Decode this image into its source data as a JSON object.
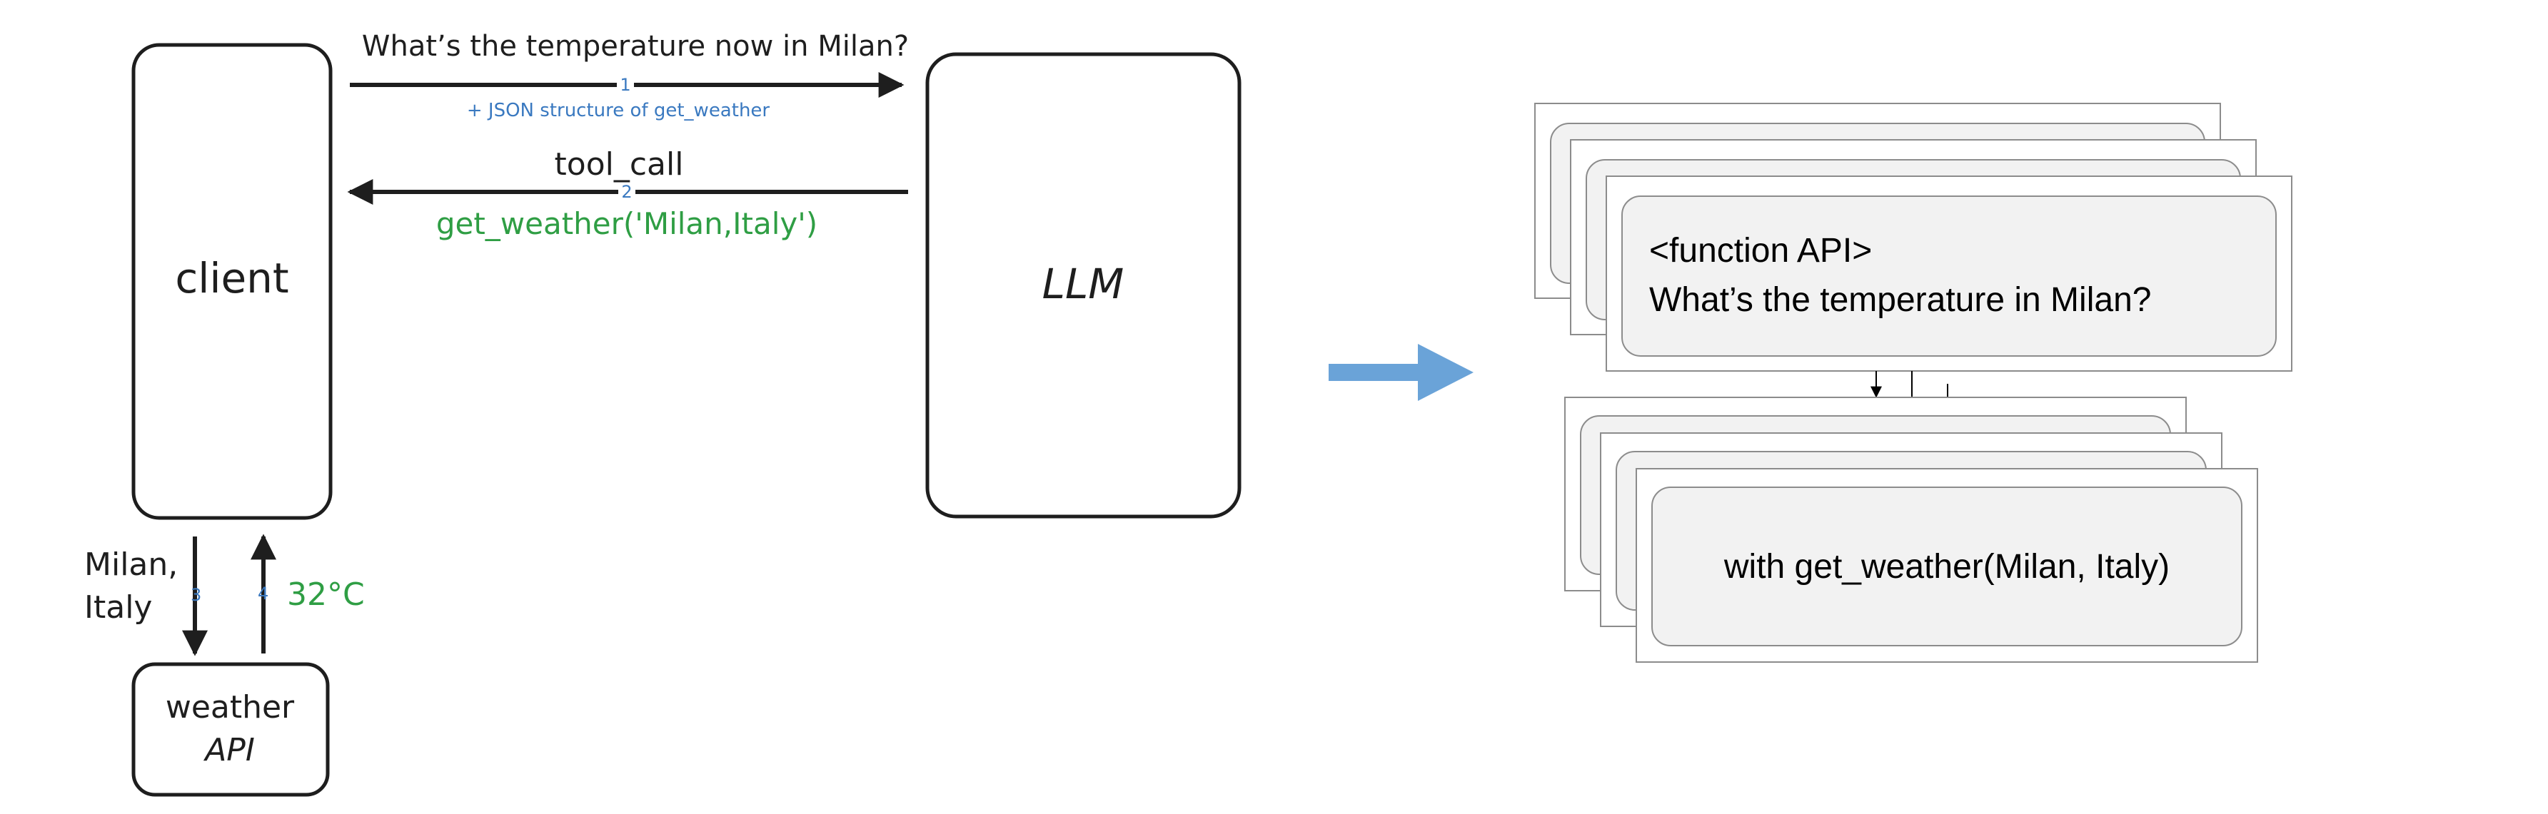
{
  "left": {
    "client_label": "client",
    "llm_label": "LLM",
    "weather_api_line1": "weather",
    "weather_api_line2": "API",
    "step1": {
      "number": "1",
      "text": "What’s the temperature now in Milan?",
      "note": "+ JSON structure of get_weather"
    },
    "step2": {
      "number": "2",
      "text": "tool_call",
      "call": "get_weather('Milan,Italy')"
    },
    "step3": {
      "number": "3",
      "line1": "Milan,",
      "line2": "Italy"
    },
    "step4": {
      "number": "4",
      "value": "32°C"
    }
  },
  "right": {
    "top_card_line1": "<function API>",
    "top_card_line2": "What’s the temperature in Milan?",
    "bottom_card_text": "with get_weather(Milan, Italy)"
  },
  "colors": {
    "ink": "#1e1e1e",
    "blue_note": "#3a79c0",
    "green": "#2f9e44",
    "arrow_blue": "#6aa3d8",
    "card_fill": "#f2f2f2",
    "card_stroke": "#8c8c8c"
  }
}
